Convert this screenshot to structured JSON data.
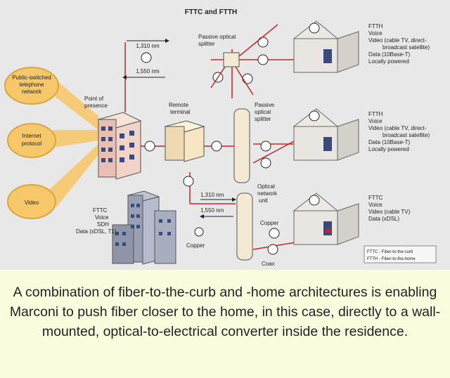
{
  "title": "FTTC and FTTH",
  "sources": {
    "pstn": [
      "Public-switched",
      "telephone",
      "network"
    ],
    "internet": [
      "Internet",
      "protocol"
    ],
    "video": "Video"
  },
  "point_of_presence": [
    "Point of",
    "presence"
  ],
  "remote_terminal": [
    "Remote",
    "terminal"
  ],
  "wavelength_top": [
    "1,310 nm",
    "1,550 nm"
  ],
  "wavelength_mid": [
    "1,310 nm",
    "1,550 nm"
  ],
  "passive_splitter_top": [
    "Passive optical",
    "splitter"
  ],
  "passive_splitter_mid": [
    "Passive",
    "optical",
    "splitter"
  ],
  "onu": [
    "Optical",
    "network",
    "unit"
  ],
  "copper_onu": "Copper",
  "coax": "Coax",
  "fttc_building": [
    "FTTC",
    "Voice",
    "SDH",
    "Data (xDSL, T1)"
  ],
  "copper_building": "Copper",
  "house_top": [
    "FTTH",
    "Voice",
    "Video (cable TV, direct-",
    "broadcast satellite)",
    "Data (10Base-T)",
    "Locally powered"
  ],
  "house_mid": [
    "FTTH",
    "Voice",
    "Video (cable TV, direct-",
    "broadcast satellite)",
    "Data (10Base-T)",
    "Locally powered"
  ],
  "house_bot": [
    "FTTC",
    "Voice",
    "Video (cable TV)",
    "Data (xDSL)"
  ],
  "legend": [
    "FTTC - Fiber-to-the-curb",
    "FTTH - Fiber-to-the-home"
  ],
  "caption": "A combination of fiber-to-the-curb and -home architectures is enabling Marconi to push fiber closer to the home, in this case, directly to a wall-mounted, optical-to-electrical converter inside the residence.",
  "colors": {
    "cloud": "#f6c86a",
    "cloud_stroke": "#d9a640",
    "building": "#f2d3c8",
    "fiber": "#cc2222",
    "caption_bg": "#fbfbde"
  }
}
